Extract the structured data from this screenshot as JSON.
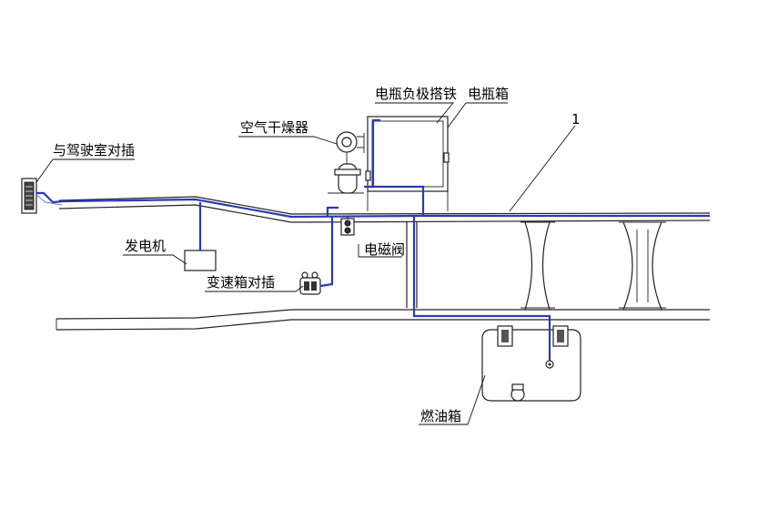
{
  "labels": {
    "cab_connector": "与驾驶室对插",
    "generator": "发电机",
    "gearbox_connector": "变速箱对插",
    "air_dryer": "空气干燥器",
    "battery_negative_ground": "电瓶负极搭铁",
    "battery_box": "电瓶箱",
    "callout_1": "1",
    "solenoid_valve": "电磁阀",
    "fuel_tank": "燃油箱"
  },
  "colors": {
    "wire": "#2a3bb0",
    "line": "#222222",
    "background": "#ffffff"
  }
}
